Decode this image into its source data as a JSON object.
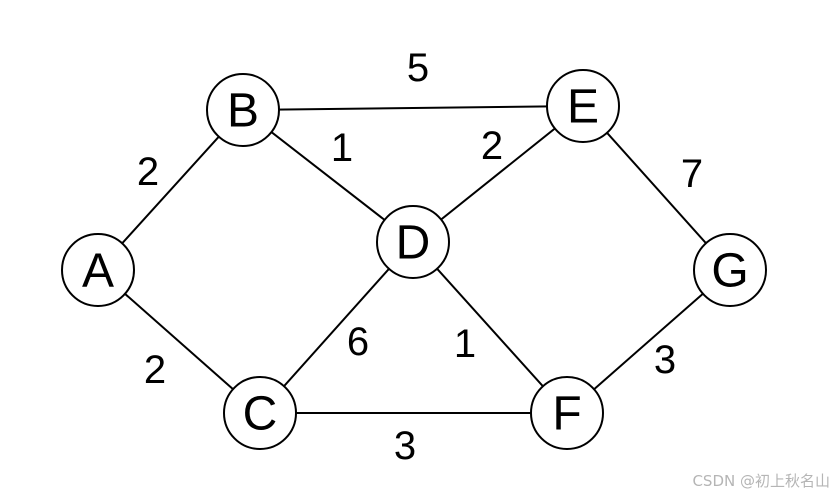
{
  "graph": {
    "nodes": [
      {
        "id": "A",
        "label": "A"
      },
      {
        "id": "B",
        "label": "B"
      },
      {
        "id": "C",
        "label": "C"
      },
      {
        "id": "D",
        "label": "D"
      },
      {
        "id": "E",
        "label": "E"
      },
      {
        "id": "F",
        "label": "F"
      },
      {
        "id": "G",
        "label": "G"
      }
    ],
    "edges": [
      {
        "from": "A",
        "to": "B",
        "weight": "2"
      },
      {
        "from": "A",
        "to": "C",
        "weight": "2"
      },
      {
        "from": "B",
        "to": "E",
        "weight": "5"
      },
      {
        "from": "B",
        "to": "D",
        "weight": "1"
      },
      {
        "from": "D",
        "to": "E",
        "weight": "2"
      },
      {
        "from": "E",
        "to": "G",
        "weight": "7"
      },
      {
        "from": "D",
        "to": "C",
        "weight": "6"
      },
      {
        "from": "D",
        "to": "F",
        "weight": "1"
      },
      {
        "from": "G",
        "to": "F",
        "weight": "3"
      },
      {
        "from": "C",
        "to": "F",
        "weight": "3"
      }
    ]
  },
  "watermark": "CSDN @初上秋名山"
}
